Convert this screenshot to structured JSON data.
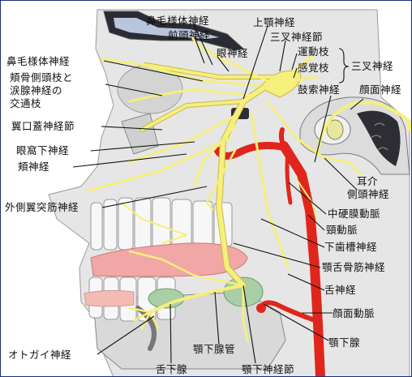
{
  "labels": {
    "nasociliary_top": "鼻毛様体神経",
    "frontal": "前頭神経",
    "ophthalmic": "眼神経",
    "maxillary_top": "上顎神経",
    "trigeminal_ganglion": "三叉神経節",
    "motor_branch": "運動枝",
    "sensory_branch": "感覚枝",
    "trigeminal_nerve": "三叉神経",
    "nasociliary_left": "鼻毛様体神経",
    "zygomaticotemporal_line1": "頬骨側頭枝と",
    "zygomaticotemporal_line2": "涙腺神経の",
    "zygomaticotemporal_line3": "交通枝",
    "pterygopalatine_ganglion": "翼口蓋神経節",
    "infraorbital": "眼窩下神経",
    "buccal": "頬神経",
    "lateral_pterygoid": "外側翼突筋神経",
    "chorda_tympani": "鼓索神経",
    "facial_nerve": "顔面神経",
    "auriculotemporal_line1": "耳介",
    "auriculotemporal_line2": "側頭神経",
    "middle_meningeal": "中硬膜動脈",
    "carotid": "頸動脈",
    "inferior_alveolar": "下歯槽神経",
    "mylohyoid": "顎舌骨筋神経",
    "lingual": "舌神経",
    "facial_artery": "顔面動脈",
    "submandibular_gland": "顎下腺",
    "mental": "オトガイ神経",
    "submandibular_duct": "顎下腺管",
    "sublingual_gland": "舌下腺",
    "submandibular_ganglion": "顎下神経節"
  },
  "colors": {
    "nerve": "#f6ef7c",
    "nerve_stroke": "#c9b94a",
    "artery": "#e0261c",
    "bone": "#c9c9c9",
    "tissue": "#e3e3e3",
    "gland": "#a9cfa6",
    "tongue": "#f2a7a7",
    "frame": "#1a2f7a",
    "leader": "#111111"
  }
}
